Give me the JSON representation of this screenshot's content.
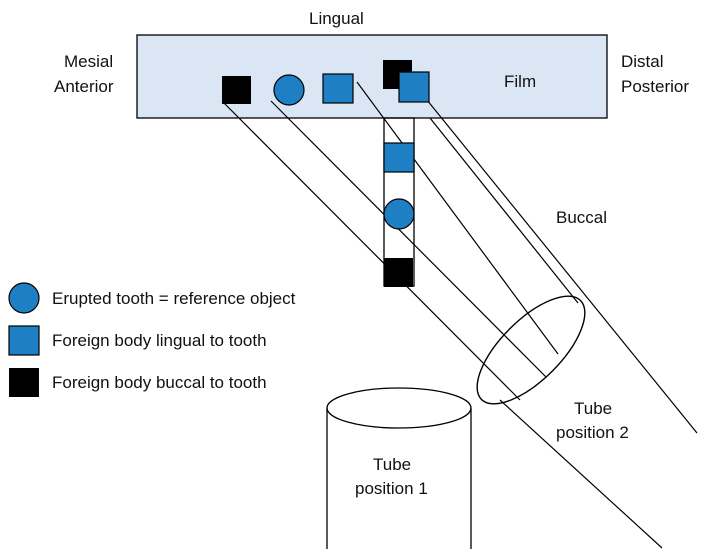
{
  "labels": {
    "lingual": "Lingual",
    "mesial": "Mesial",
    "anterior": "Anterior",
    "distal": "Distal",
    "posterior": "Posterior",
    "film": "Film",
    "buccal": "Buccal",
    "tube_position_2_line1": "Tube",
    "tube_position_2_line2": "position 2",
    "tube_position_1_line1": "Tube",
    "tube_position_1_line2": "position 1"
  },
  "legend": [
    {
      "shape": "circle",
      "label": "Erupted tooth = reference object"
    },
    {
      "shape": "blue-square",
      "label": "Foreign body lingual to tooth"
    },
    {
      "shape": "black-square",
      "label": "Foreign body buccal to tooth"
    }
  ],
  "colors": {
    "film_fill": "#dbe6f4",
    "object_blue": "#1f7fc4",
    "object_black": "#000000",
    "line": "#000000"
  }
}
